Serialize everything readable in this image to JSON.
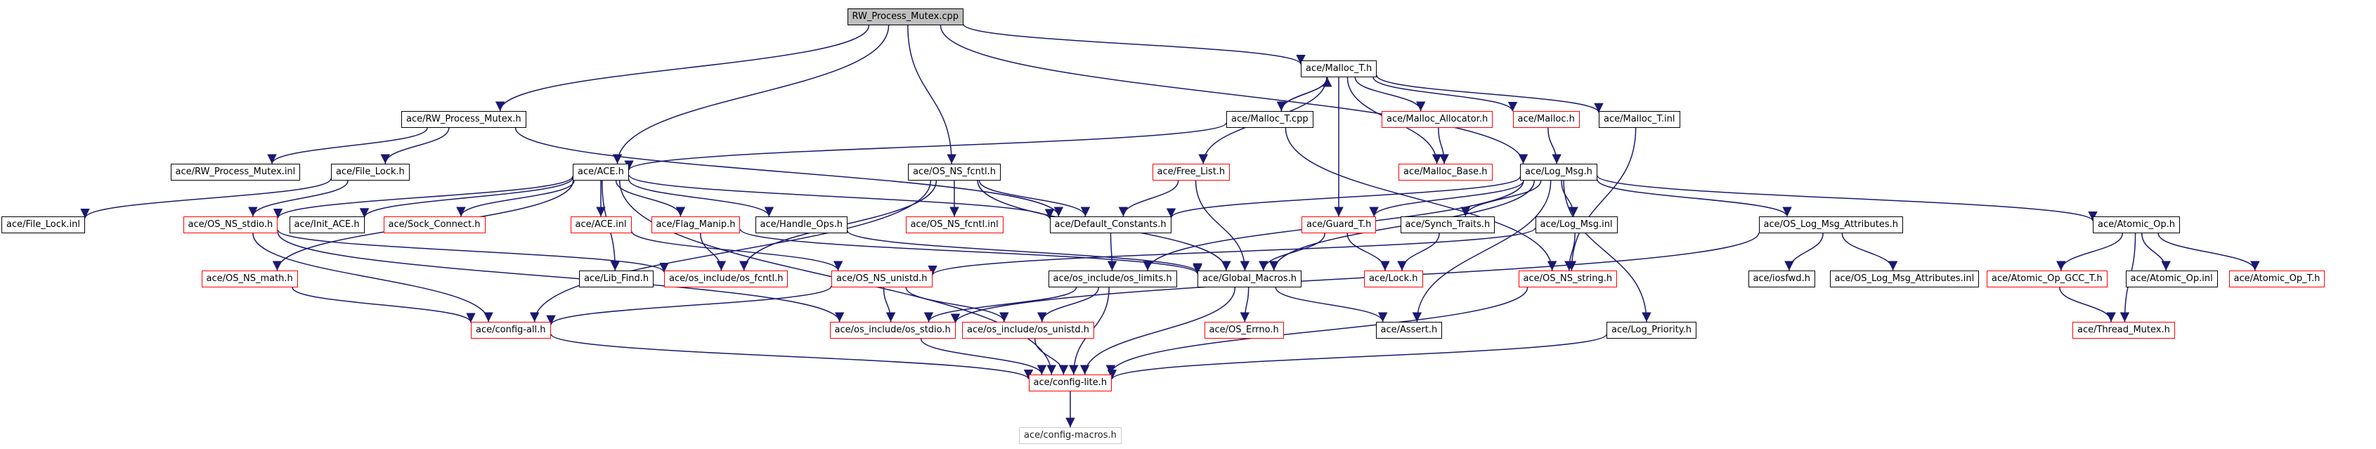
{
  "colors": {
    "edge": "#191970",
    "node_border": "#000000",
    "missing_border": "#ff0000",
    "root_fill": "#bfbfbf",
    "leaf_border": "#cccccc"
  },
  "nodes": [
    {
      "id": "root",
      "label": "RW_Process_Mutex.cpp",
      "kind": "root"
    },
    {
      "id": "rwh",
      "label": "ace/RW_Process_Mutex.h",
      "kind": "normal"
    },
    {
      "id": "mallocT",
      "label": "ace/Malloc_T.h",
      "kind": "normal"
    },
    {
      "id": "rwinl",
      "label": "ace/RW_Process_Mutex.inl",
      "kind": "normal"
    },
    {
      "id": "filelockh",
      "label": "ace/File_Lock.h",
      "kind": "normal"
    },
    {
      "id": "aceh",
      "label": "ace/ACE.h",
      "kind": "normal"
    },
    {
      "id": "osnsfcntlh",
      "label": "ace/OS_NS_fcntl.h",
      "kind": "normal"
    },
    {
      "id": "mallocTcpp",
      "label": "ace/Malloc_T.cpp",
      "kind": "normal"
    },
    {
      "id": "freelist",
      "label": "ace/Free_List.h",
      "kind": "missing"
    },
    {
      "id": "mallocalloc",
      "label": "ace/Malloc_Allocator.h",
      "kind": "missing"
    },
    {
      "id": "malloch",
      "label": "ace/Malloc.h",
      "kind": "missing"
    },
    {
      "id": "mallocTinl",
      "label": "ace/Malloc_T.inl",
      "kind": "normal"
    },
    {
      "id": "mallocbase",
      "label": "ace/Malloc_Base.h",
      "kind": "missing"
    },
    {
      "id": "logmsg",
      "label": "ace/Log_Msg.h",
      "kind": "normal"
    },
    {
      "id": "filelockinl",
      "label": "ace/File_Lock.inl",
      "kind": "normal"
    },
    {
      "id": "osnsstdio",
      "label": "ace/OS_NS_stdio.h",
      "kind": "missing"
    },
    {
      "id": "initace",
      "label": "ace/Init_ACE.h",
      "kind": "normal"
    },
    {
      "id": "sockconnect",
      "label": "ace/Sock_Connect.h",
      "kind": "missing"
    },
    {
      "id": "aceinl",
      "label": "ace/ACE.inl",
      "kind": "missing"
    },
    {
      "id": "flagmanip",
      "label": "ace/Flag_Manip.h",
      "kind": "missing"
    },
    {
      "id": "handleops",
      "label": "ace/Handle_Ops.h",
      "kind": "normal"
    },
    {
      "id": "osnsfcntlinl",
      "label": "ace/OS_NS_fcntl.inl",
      "kind": "missing"
    },
    {
      "id": "defconst",
      "label": "ace/Default_Constants.h",
      "kind": "normal"
    },
    {
      "id": "guardT",
      "label": "ace/Guard_T.h",
      "kind": "missing"
    },
    {
      "id": "synchtraits",
      "label": "ace/Synch_Traits.h",
      "kind": "normal"
    },
    {
      "id": "logmsginl",
      "label": "ace/Log_Msg.inl",
      "kind": "normal"
    },
    {
      "id": "osnslogmsgattr",
      "label": "ace/OS_Log_Msg_Attributes.h",
      "kind": "normal"
    },
    {
      "id": "atomicop",
      "label": "ace/Atomic_Op.h",
      "kind": "normal"
    },
    {
      "id": "osnsmath",
      "label": "ace/OS_NS_math.h",
      "kind": "missing"
    },
    {
      "id": "libfind",
      "label": "ace/Lib_Find.h",
      "kind": "normal"
    },
    {
      "id": "osincfcntl",
      "label": "ace/os_include/os_fcntl.h",
      "kind": "missing"
    },
    {
      "id": "osnsunistd",
      "label": "ace/OS_NS_unistd.h",
      "kind": "missing"
    },
    {
      "id": "osinclimits",
      "label": "ace/os_include/os_limits.h",
      "kind": "normal"
    },
    {
      "id": "globalmacros",
      "label": "ace/Global_Macros.h",
      "kind": "normal"
    },
    {
      "id": "lockh",
      "label": "ace/Lock.h",
      "kind": "missing"
    },
    {
      "id": "osnsstring",
      "label": "ace/OS_NS_string.h",
      "kind": "missing"
    },
    {
      "id": "iosfwd",
      "label": "ace/iosfwd.h",
      "kind": "normal"
    },
    {
      "id": "oslogmsgattrinl",
      "label": "ace/OS_Log_Msg_Attributes.inl",
      "kind": "normal"
    },
    {
      "id": "atomicopgcc",
      "label": "ace/Atomic_Op_GCC_T.h",
      "kind": "missing"
    },
    {
      "id": "atomicopinl",
      "label": "ace/Atomic_Op.inl",
      "kind": "normal"
    },
    {
      "id": "atomicopT",
      "label": "ace/Atomic_Op_T.h",
      "kind": "missing"
    },
    {
      "id": "configall",
      "label": "ace/config-all.h",
      "kind": "missing"
    },
    {
      "id": "osincstdio",
      "label": "ace/os_include/os_stdio.h",
      "kind": "missing"
    },
    {
      "id": "osincunistd",
      "label": "ace/os_include/os_unistd.h",
      "kind": "missing"
    },
    {
      "id": "oserrno",
      "label": "ace/OS_Errno.h",
      "kind": "missing"
    },
    {
      "id": "asserth",
      "label": "ace/Assert.h",
      "kind": "normal"
    },
    {
      "id": "logpriority",
      "label": "ace/Log_Priority.h",
      "kind": "normal"
    },
    {
      "id": "threadmutex",
      "label": "ace/Thread_Mutex.h",
      "kind": "missing"
    },
    {
      "id": "configlite",
      "label": "ace/config-lite.h",
      "kind": "missing"
    },
    {
      "id": "configmacros",
      "label": "ace/config-macros.h",
      "kind": "leaf"
    }
  ],
  "edges": [
    [
      "root",
      "rwh"
    ],
    [
      "root",
      "aceh"
    ],
    [
      "root",
      "osnsfcntlh"
    ],
    [
      "root",
      "mallocT"
    ],
    [
      "root",
      "logmsg"
    ],
    [
      "rwh",
      "rwinl"
    ],
    [
      "rwh",
      "filelockh"
    ],
    [
      "rwh",
      "defconst"
    ],
    [
      "filelockh",
      "filelockinl"
    ],
    [
      "filelockh",
      "osnsstdio"
    ],
    [
      "mallocT",
      "mallocTcpp"
    ],
    [
      "mallocT",
      "freelist"
    ],
    [
      "mallocT",
      "mallocalloc"
    ],
    [
      "mallocT",
      "malloch"
    ],
    [
      "mallocT",
      "mallocTinl"
    ],
    [
      "mallocT",
      "guardT"
    ],
    [
      "mallocT",
      "mallocbase"
    ],
    [
      "mallocTcpp",
      "mallocT"
    ],
    [
      "mallocTcpp",
      "aceh"
    ],
    [
      "mallocTcpp",
      "osnsstring"
    ],
    [
      "mallocalloc",
      "mallocbase"
    ],
    [
      "malloch",
      "logmsg"
    ],
    [
      "mallocTinl",
      "osnsstring"
    ],
    [
      "freelist",
      "defconst"
    ],
    [
      "freelist",
      "globalmacros"
    ],
    [
      "aceh",
      "osnsstdio"
    ],
    [
      "aceh",
      "initace"
    ],
    [
      "aceh",
      "sockconnect"
    ],
    [
      "aceh",
      "aceinl"
    ],
    [
      "aceh",
      "flagmanip"
    ],
    [
      "aceh",
      "handleops"
    ],
    [
      "aceh",
      "libfind"
    ],
    [
      "aceh",
      "defconst"
    ],
    [
      "aceh",
      "osnsmath"
    ],
    [
      "aceh",
      "configlite"
    ],
    [
      "aceinl",
      "osnsunistd"
    ],
    [
      "flagmanip",
      "osincfcntl"
    ],
    [
      "flagmanip",
      "globalmacros"
    ],
    [
      "handleops",
      "globalmacros"
    ],
    [
      "osnsfcntlh",
      "osnsfcntlinl"
    ],
    [
      "osnsfcntlh",
      "osincfcntl"
    ],
    [
      "osnsfcntlh",
      "defconst"
    ],
    [
      "osnsfcntlh",
      "configall"
    ],
    [
      "osnsfcntlh",
      "globalmacros"
    ],
    [
      "osnsstdio",
      "osincstdio"
    ],
    [
      "osnsstdio",
      "configall"
    ],
    [
      "osnsstdio",
      "osincfcntl"
    ],
    [
      "osnsmath",
      "configall"
    ],
    [
      "logmsg",
      "defconst"
    ],
    [
      "logmsg",
      "guardT"
    ],
    [
      "logmsg",
      "synchtraits"
    ],
    [
      "logmsg",
      "logmsginl"
    ],
    [
      "logmsg",
      "osnslogmsgattr"
    ],
    [
      "logmsg",
      "atomicop"
    ],
    [
      "logmsg",
      "logpriority"
    ],
    [
      "logmsg",
      "asserth"
    ],
    [
      "logmsg",
      "osinclimits"
    ],
    [
      "logmsg",
      "globalmacros"
    ],
    [
      "guardT",
      "lockh"
    ],
    [
      "guardT",
      "globalmacros"
    ],
    [
      "synchtraits",
      "lockh"
    ],
    [
      "logmsginl",
      "osnsstring"
    ],
    [
      "logmsginl",
      "osnsunistd"
    ],
    [
      "osnslogmsgattr",
      "iosfwd"
    ],
    [
      "osnslogmsgattr",
      "oslogmsgattrinl"
    ],
    [
      "osnslogmsgattr",
      "osincstdio"
    ],
    [
      "atomicop",
      "atomicopgcc"
    ],
    [
      "atomicop",
      "atomicopinl"
    ],
    [
      "atomicop",
      "atomicopT"
    ],
    [
      "atomicop",
      "threadmutex"
    ],
    [
      "atomicopgcc",
      "threadmutex"
    ],
    [
      "defconst",
      "osinclimits"
    ],
    [
      "osnsunistd",
      "configall"
    ],
    [
      "osnsunistd",
      "osincstdio"
    ],
    [
      "osnsunistd",
      "osincunistd"
    ],
    [
      "osinclimits",
      "osincstdio"
    ],
    [
      "osinclimits",
      "osincunistd"
    ],
    [
      "osinclimits",
      "configlite"
    ],
    [
      "globalmacros",
      "oserrno"
    ],
    [
      "globalmacros",
      "asserth"
    ],
    [
      "globalmacros",
      "configlite"
    ],
    [
      "osnsstring",
      "configlite"
    ],
    [
      "configall",
      "configlite"
    ],
    [
      "osincstdio",
      "configlite"
    ],
    [
      "osincunistd",
      "configlite"
    ],
    [
      "logpriority",
      "configlite"
    ],
    [
      "configlite",
      "configmacros"
    ]
  ]
}
